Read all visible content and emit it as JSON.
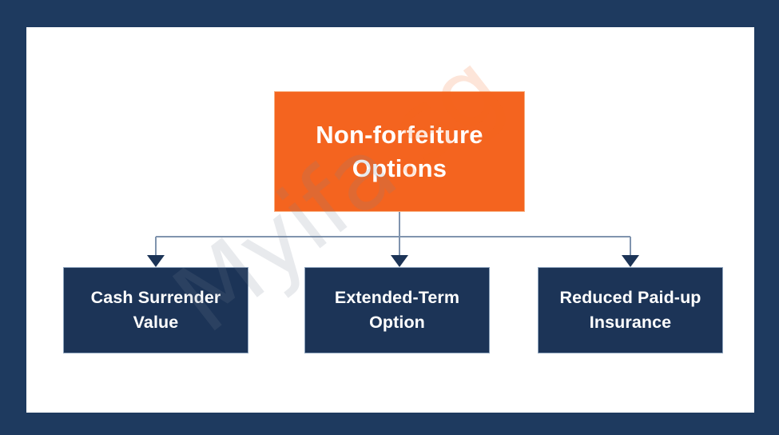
{
  "diagram": {
    "title": "Non-forfeiture Options",
    "type": "hierarchy-flowchart",
    "root": {
      "label": "Non-forfeiture Options",
      "fill_color": "#f4641f",
      "text_color": "#ffffff"
    },
    "children": [
      {
        "label": "Cash Surrender Value",
        "fill_color": "#1c3457",
        "text_color": "#ffffff"
      },
      {
        "label": "Extended-Term Option",
        "fill_color": "#1c3457",
        "text_color": "#ffffff"
      },
      {
        "label": "Reduced Paid-up Insurance",
        "fill_color": "#1c3457",
        "text_color": "#ffffff"
      }
    ],
    "connector_color": "#8094ae",
    "arrowhead_color": "#1c3457"
  },
  "watermark": {
    "text_primary": "Myifa",
    "text_suffix": ".sg",
    "full_text": "Myifa.sg",
    "gray_color": "#788496",
    "accent_color": "#f4641f"
  },
  "frame": {
    "border_color": "#1e3a5f",
    "canvas_color": "#ffffff"
  }
}
